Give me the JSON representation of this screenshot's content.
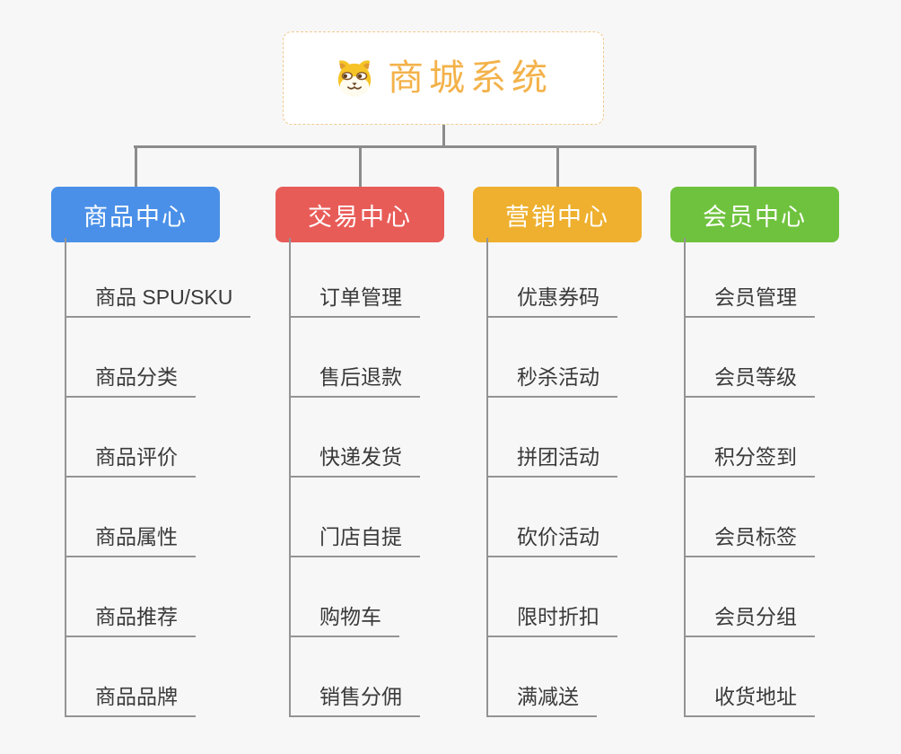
{
  "root": {
    "title": "商城系统",
    "icon": "dog-face-icon"
  },
  "branches": [
    {
      "id": "product-center",
      "label": "商品中心",
      "color": "#4a90e8",
      "items": [
        "商品 SPU/SKU",
        "商品分类",
        "商品评价",
        "商品属性",
        "商品推荐",
        "商品品牌"
      ]
    },
    {
      "id": "trade-center",
      "label": "交易中心",
      "color": "#e85c58",
      "items": [
        "订单管理",
        "售后退款",
        "快递发货",
        "门店自提",
        "购物车",
        "销售分佣"
      ]
    },
    {
      "id": "marketing-center",
      "label": "营销中心",
      "color": "#eeb02e",
      "items": [
        "优惠券码",
        "秒杀活动",
        "拼团活动",
        "砍价活动",
        "限时折扣",
        "满减送"
      ]
    },
    {
      "id": "member-center",
      "label": "会员中心",
      "color": "#6fc23d",
      "items": [
        "会员管理",
        "会员等级",
        "积分签到",
        "会员标签",
        "会员分组",
        "收货地址"
      ]
    }
  ],
  "colors": {
    "background": "#f7f7f7",
    "connector": "#8c8c8c",
    "underline": "#949494",
    "root_title": "#f3b24a",
    "root_border": "#f0c98f",
    "item_text": "#3a3a3a"
  }
}
